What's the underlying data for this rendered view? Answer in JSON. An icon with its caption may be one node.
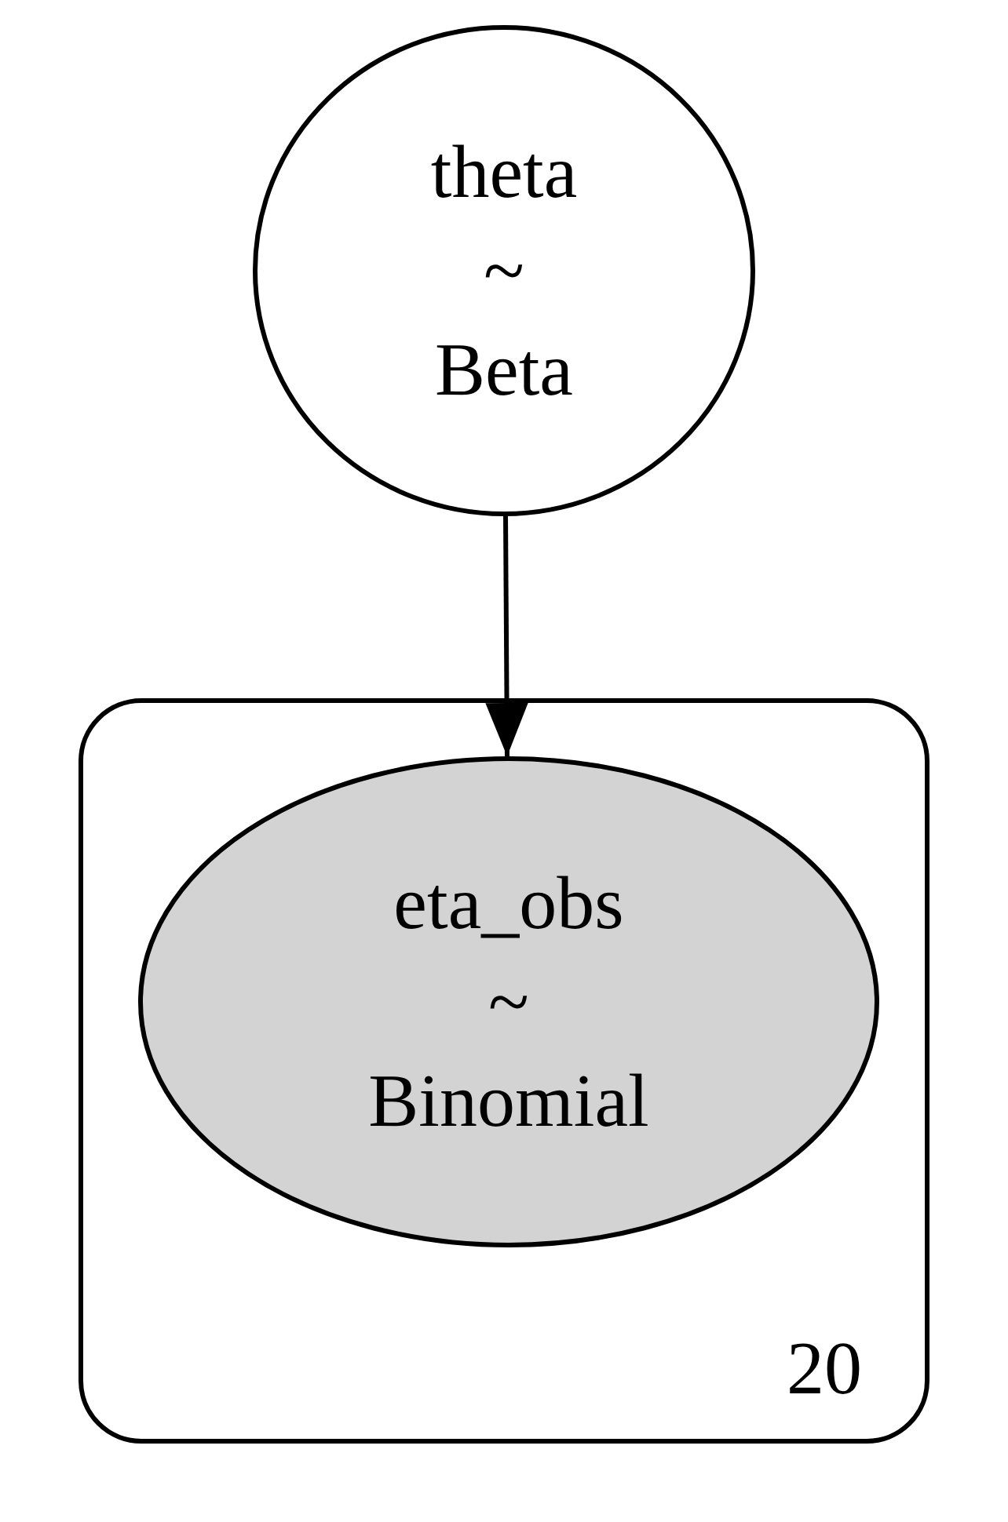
{
  "diagram": {
    "nodes": [
      {
        "text": [
          "theta ~ Beta"
        ]
      },
      {
        "text": [
          "20"
        ]
      },
      {
        "text": [
          "eta_obs ~ Binomial"
        ],
        "in": 1
      }
    ],
    "edges": [
      {
        "from": 0,
        "to": 2,
        "arrow": "to"
      }
    ]
  }
}
